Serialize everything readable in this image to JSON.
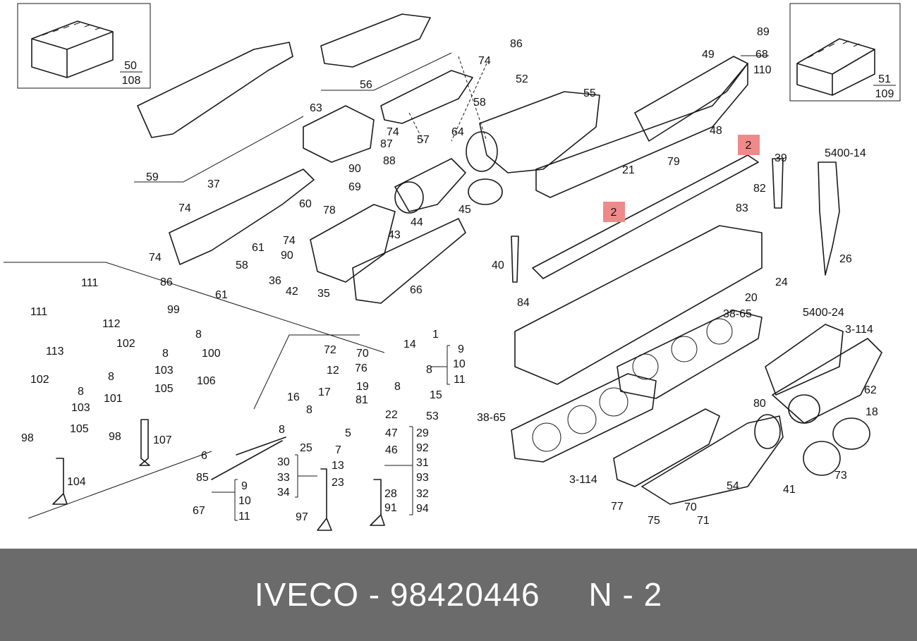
{
  "footer": {
    "brand": "IVECO",
    "separator": "-",
    "part_number": "98420446",
    "position_ref": "N - 2"
  },
  "highlight_color": "#f08a8a",
  "footer_color": "#6b6b6b",
  "inset_top_left": {
    "num": "50",
    "den": "108"
  },
  "inset_top_right": {
    "num": "51",
    "den": "109"
  },
  "highlighted_callouts": [
    "2",
    "2"
  ],
  "callouts": {
    "c86a": "86",
    "c74a": "74",
    "c52": "52",
    "c56": "56",
    "c89": "89",
    "c68": "68",
    "c110": "110",
    "c49": "49",
    "c55": "55",
    "c63": "63",
    "c58a": "58",
    "c64": "64",
    "c74b": "74",
    "c87": "87",
    "c57": "57",
    "c88": "88",
    "c90a": "90",
    "c69": "69",
    "c59": "59",
    "c48": "48",
    "c79": "79",
    "c21": "21",
    "c39": "39",
    "c5400_14": "5400-14",
    "c37": "37",
    "c74c": "74",
    "c60": "60",
    "c78": "78",
    "c45": "45",
    "c82": "82",
    "c83": "83",
    "c44": "44",
    "c43": "43",
    "c61a": "61",
    "c90b": "90",
    "c74d": "74",
    "c74e": "74",
    "c86b": "86",
    "c58b": "58",
    "c61b": "61",
    "c40": "40",
    "c26": "26",
    "c36": "36",
    "c42": "42",
    "c35": "35",
    "c66": "66",
    "c24": "24",
    "c84": "84",
    "c20": "20",
    "c38_65a": "38-65",
    "c5400_24": "5400-24",
    "c3_114a": "3-114",
    "c111a": "111",
    "c112": "112",
    "c111b": "111",
    "c113": "113",
    "c99": "99",
    "c8a": "8",
    "c102a": "102",
    "c8b": "8",
    "c100": "100",
    "c102b": "102",
    "c8c": "8",
    "c8d": "8",
    "c101": "101",
    "c103a": "103",
    "c103b": "103",
    "c105a": "105",
    "c105b": "105",
    "c106": "106",
    "c98a": "98",
    "c98b": "98",
    "c107": "107",
    "c104": "104",
    "c72": "72",
    "c70a": "70",
    "c76": "76",
    "c14": "14",
    "c1": "1",
    "c9a": "9",
    "c10a": "10",
    "c11a": "11",
    "c8e": "8",
    "c8f": "8",
    "c12": "12",
    "c19": "19",
    "c15": "15",
    "c16": "16",
    "c17": "17",
    "c81": "81",
    "c53": "53",
    "c8g": "8",
    "c22": "22",
    "c8h": "8",
    "c5": "5",
    "c47": "47",
    "c29": "29",
    "c92": "92",
    "c25": "25",
    "c7": "7",
    "c46": "46",
    "c31": "31",
    "c13": "13",
    "c93": "93",
    "c6": "6",
    "c30": "30",
    "c33": "33",
    "c34": "34",
    "c85": "85",
    "c9b": "9",
    "c10b": "10",
    "c67": "67",
    "c11b": "11",
    "c23": "23",
    "c28": "28",
    "c32": "32",
    "c91": "91",
    "c94": "94",
    "c97": "97",
    "c38_65b": "38-65",
    "c80": "80",
    "c62": "62",
    "c18": "18",
    "c3_114b": "3-114",
    "c54": "54",
    "c73": "73",
    "c41": "41",
    "c77": "77",
    "c75": "75",
    "c70b": "70",
    "c71": "71"
  }
}
